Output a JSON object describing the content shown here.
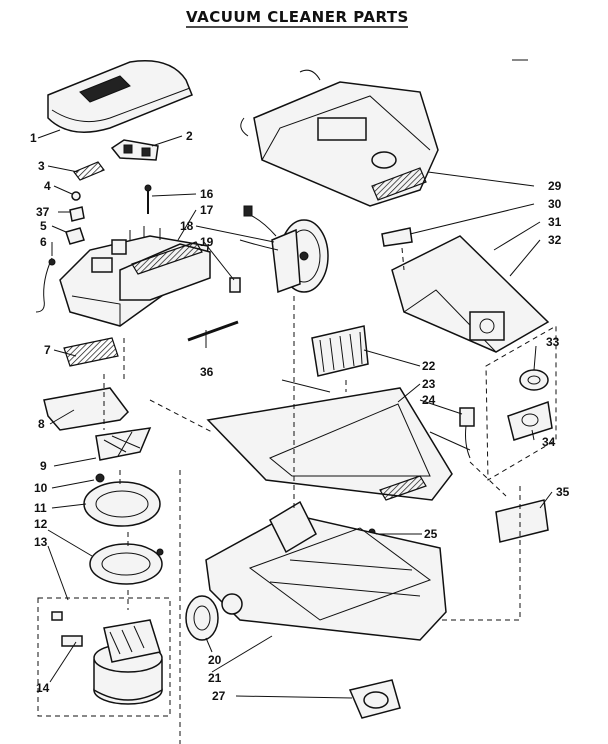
{
  "title": "VACUUM CLEANER PARTS",
  "callouts": [
    "1",
    "2",
    "3",
    "4",
    "37",
    "5",
    "6",
    "7",
    "8",
    "9",
    "10",
    "11",
    "12",
    "13",
    "14",
    "16",
    "17",
    "18",
    "19",
    "36",
    "29",
    "30",
    "31",
    "32",
    "33",
    "34",
    "22",
    "23",
    "24",
    "25",
    "35",
    "20",
    "21",
    "27"
  ]
}
